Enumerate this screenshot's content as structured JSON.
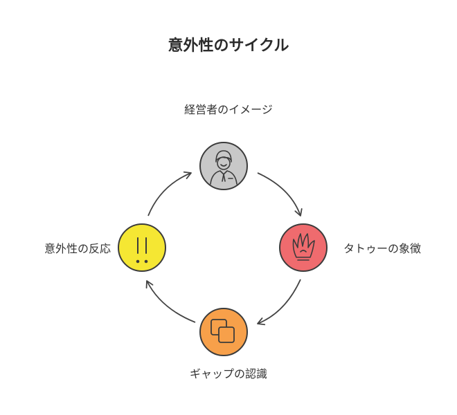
{
  "title": "意外性のサイクル",
  "nodes": {
    "top": {
      "label": "経営者のイメージ",
      "color": "#c8c8c8",
      "icon": "businessman-icon"
    },
    "right": {
      "label": "タトゥーの象徴",
      "color": "#ef6b6e",
      "icon": "tattoo-hand-icon"
    },
    "bottom": {
      "label": "ギャップの認識",
      "color": "#f7a04a",
      "icon": "overlapping-squares-icon"
    },
    "left": {
      "label": "意外性の反応",
      "color": "#f5e733",
      "icon": "exclamation-icon"
    }
  },
  "colors": {
    "stroke": "#3b3b3b",
    "arrow": "#444444"
  }
}
